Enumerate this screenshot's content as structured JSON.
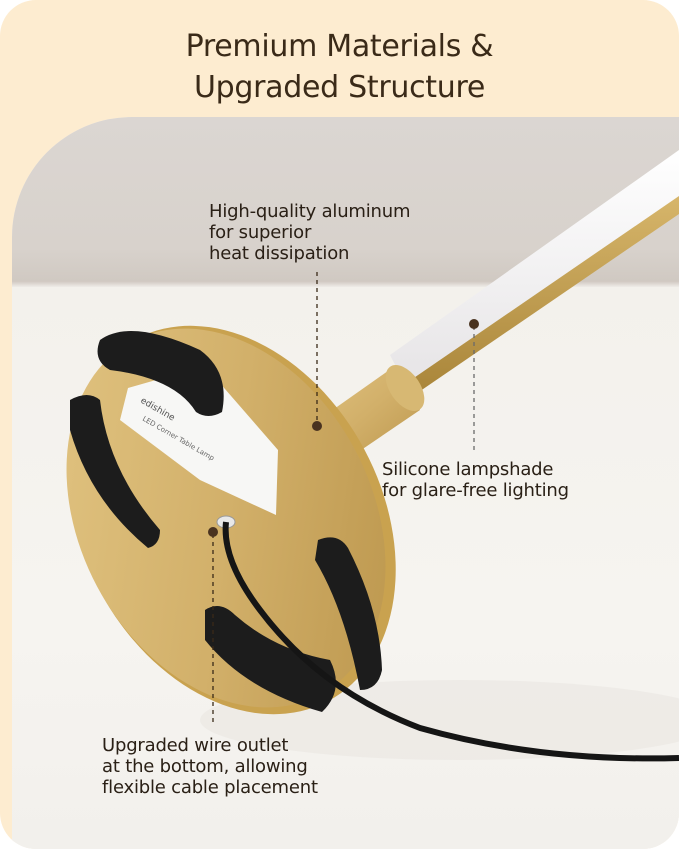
{
  "header": {
    "title_line1": "Premium Materials &",
    "title_line2": "Upgraded Structure"
  },
  "callouts": [
    {
      "id": "aluminum",
      "lines": [
        "High-quality aluminum",
        "for superior",
        "heat dissipation"
      ]
    },
    {
      "id": "lampshade",
      "lines": [
        "Silicone lampshade",
        "for glare-free lighting"
      ]
    },
    {
      "id": "wire-outlet",
      "lines": [
        "Upgraded wire outlet",
        "at the bottom, allowing",
        "flexible cable placement"
      ]
    }
  ],
  "product_label": {
    "brand": "edishine",
    "name": "LED Corner Table Lamp"
  },
  "colors": {
    "background_cream": "#fdecd0",
    "title_text": "#3a2a18",
    "callout_text": "#2a2016",
    "marker_dot": "#4a3320",
    "gold": "#c9a55a",
    "foam_black": "#1c1c1c"
  }
}
